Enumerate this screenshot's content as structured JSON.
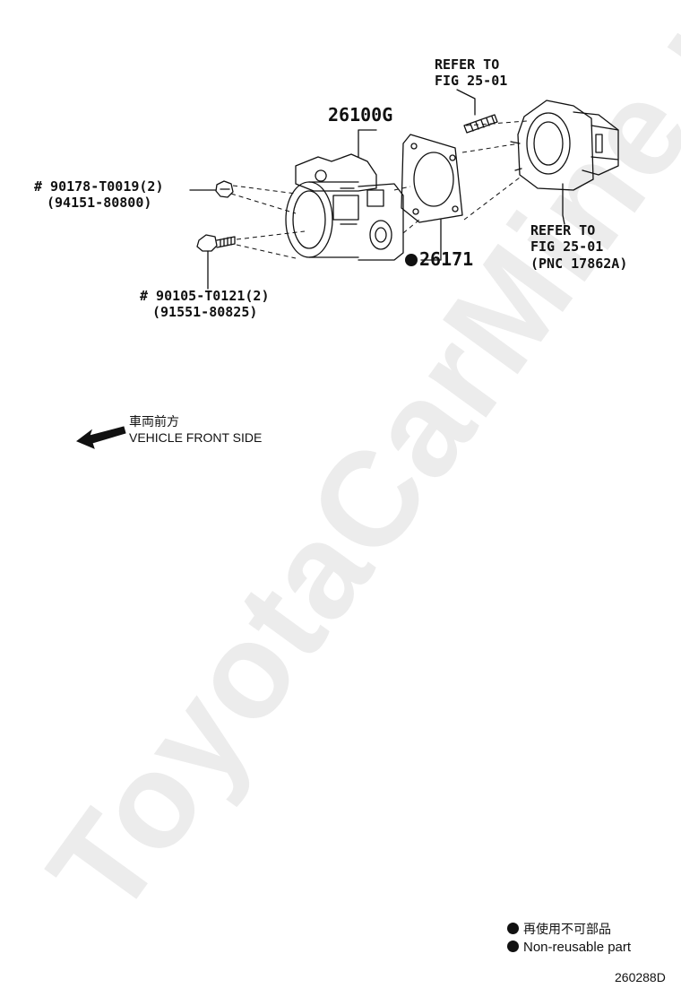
{
  "watermark": "ToyotaCarMine.ru",
  "labels": {
    "main_part": "26100G",
    "gasket": "26171",
    "bolt1_line1": "# 90178-T0019(2)",
    "bolt1_line2": "(94151-80800)",
    "bolt2_line1": "# 90105-T0121(2)",
    "bolt2_line2": "(91551-80825)",
    "refer_top_line1": "REFER TO",
    "refer_top_line2": "FIG 25-01",
    "refer_right_line1": "REFER TO",
    "refer_right_line2": "FIG 25-01",
    "refer_right_line3": "(PNC 17862A)"
  },
  "direction": {
    "jp": "車両前方",
    "en": "VEHICLE FRONT SIDE"
  },
  "legend": {
    "jp": "再使用不可部品",
    "en": "Non-reusable part"
  },
  "figure_id": "260288D",
  "colors": {
    "ink": "#111111",
    "watermark": "#ececec"
  }
}
